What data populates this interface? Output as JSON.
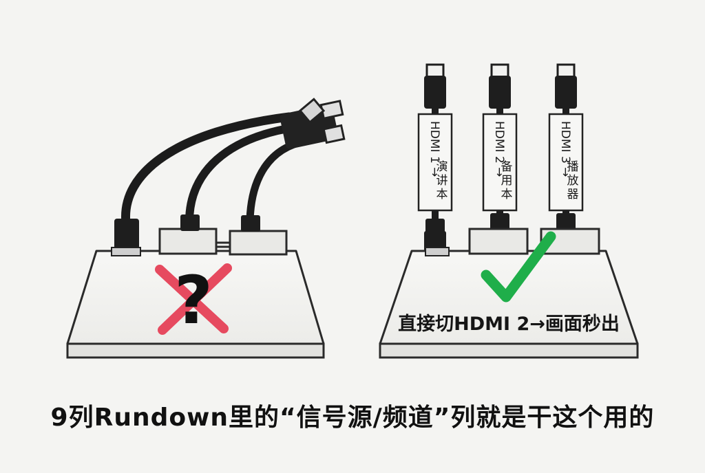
{
  "left_scene": {
    "question_mark": "?",
    "cross_color": "#e64a5f"
  },
  "right_scene": {
    "cables": [
      {
        "tag_label": "HDMI 1",
        "destination": "演讲本"
      },
      {
        "tag_label": "HDMI 2",
        "destination": "备用本"
      },
      {
        "tag_label": "HDMI 3",
        "destination": "播放器"
      }
    ],
    "arrow_glyph": "→",
    "check_color": "#1fae4a",
    "label": "直接切HDMI 2→画面秒出"
  },
  "caption": "9列Rundown里的“信号源/频道”列就是干这个用的"
}
